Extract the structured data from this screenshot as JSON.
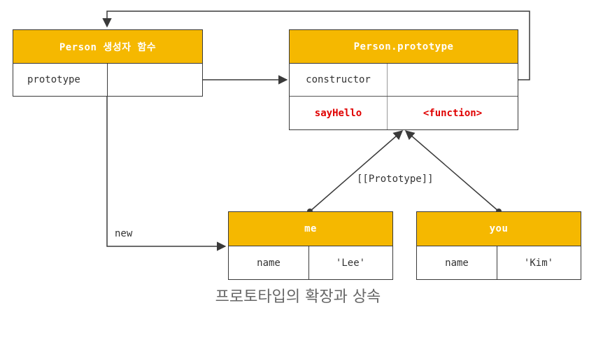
{
  "person_fn": {
    "title": "Person 생성자 함수",
    "prop_name": "prototype"
  },
  "person_proto": {
    "title": "Person.prototype",
    "prop_name": "constructor",
    "method_name": "sayHello",
    "method_value": "<function>"
  },
  "me": {
    "title": "me",
    "prop_name": "name",
    "prop_value": "'Lee'"
  },
  "you": {
    "title": "you",
    "prop_name": "name",
    "prop_value": "'Kim'"
  },
  "labels": {
    "new": "new",
    "prototype_link": "[[Prototype]]"
  },
  "caption": "프로토타입의 확장과 상속",
  "colors": {
    "header": "#f5b800",
    "line": "#3a3a3a",
    "highlight": "#e00000"
  }
}
